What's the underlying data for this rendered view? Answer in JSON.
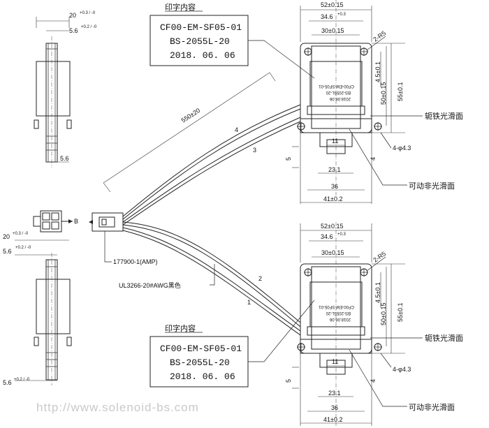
{
  "print_box": {
    "heading": "印字内容",
    "lines": [
      "CF00-EM-SF05-01",
      "BS-2055L-20",
      "2018. 06. 06"
    ]
  },
  "callouts": {
    "yoke": "轭铁光滑面",
    "plunger": "可动非光滑面",
    "cable": "UL3266-20#AWG黑色",
    "connector": "177900-1(AMP)"
  },
  "dimensions": {
    "width_52": "52±0.15",
    "width_34_6": "34.6",
    "width_34_6_tol": "+0.3",
    "width_30": "30±0.15",
    "radius": "2-R5",
    "h_4_5": "4.5±0.1",
    "h_50": "50±0.15",
    "h_55": "55±0.1",
    "holes": "4-φ4.3",
    "w_11": "11",
    "w_23_1": "23.1",
    "w_36": "36",
    "w_41": "41±0.2",
    "d_5": "5",
    "d_4": "4",
    "side_20": "20",
    "side_20_tol": "+0.3 / -0",
    "side_5_6": "5.6",
    "side_5_6_tol": "+0.2 / -0",
    "cable_len": "550±20"
  },
  "wire_numbers": [
    "1",
    "2",
    "3",
    "4"
  ],
  "arrow_label": "B",
  "label_text": [
    "2018.06.06",
    "BS-2055L-20",
    "CF00-EM-SF05-01"
  ],
  "watermark": "http://www.solenoid-bs.com"
}
